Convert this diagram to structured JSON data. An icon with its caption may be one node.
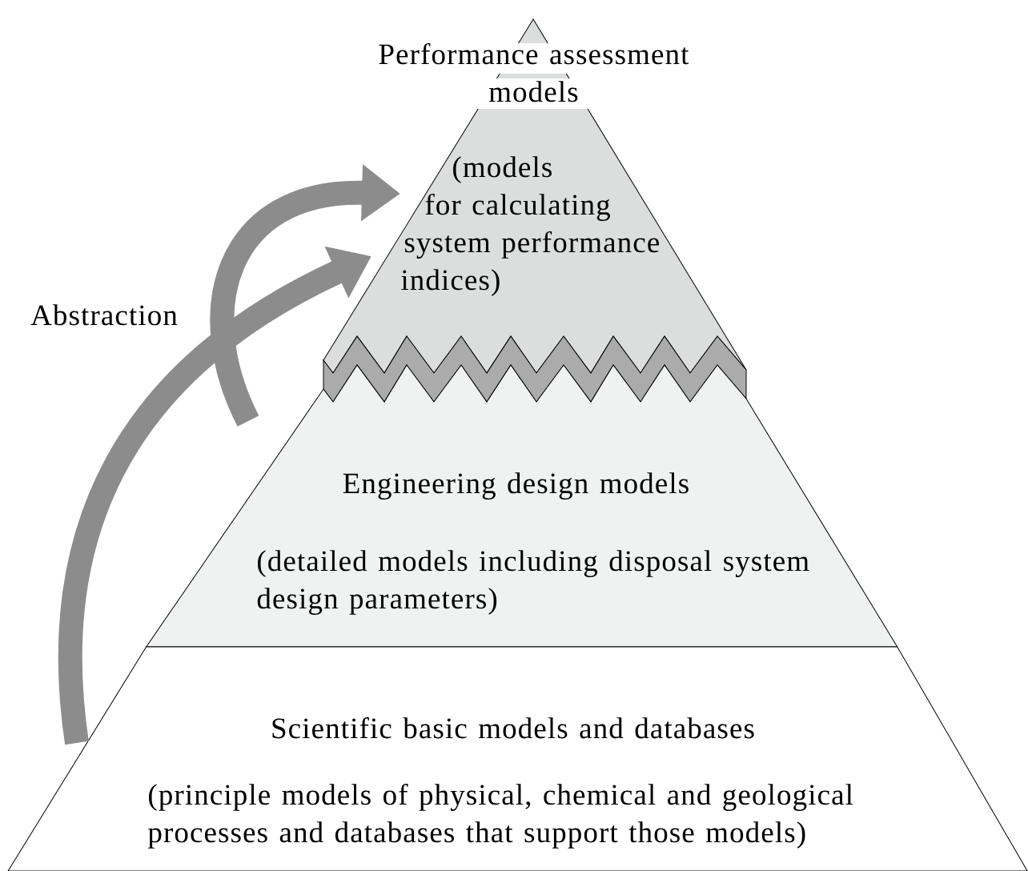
{
  "diagram": {
    "nodes": [
      {
        "text": [
          "Performance assessment models",
          "(models for calculating system performance indices)"
        ]
      },
      {
        "text": [
          "Engineering design models",
          "(detailed models including disposal system design parameters)"
        ]
      },
      {
        "text": [
          "Scientific basic models and databases",
          "(principle models of physical, chemical and geological processes and databases that support those models)"
        ]
      }
    ],
    "edges": [
      {
        "from": 2,
        "to": 0,
        "arrow": "to"
      },
      {
        "from": 1,
        "to": 0,
        "arrow": "to"
      }
    ],
    "labels": [
      "Abstraction"
    ]
  }
}
